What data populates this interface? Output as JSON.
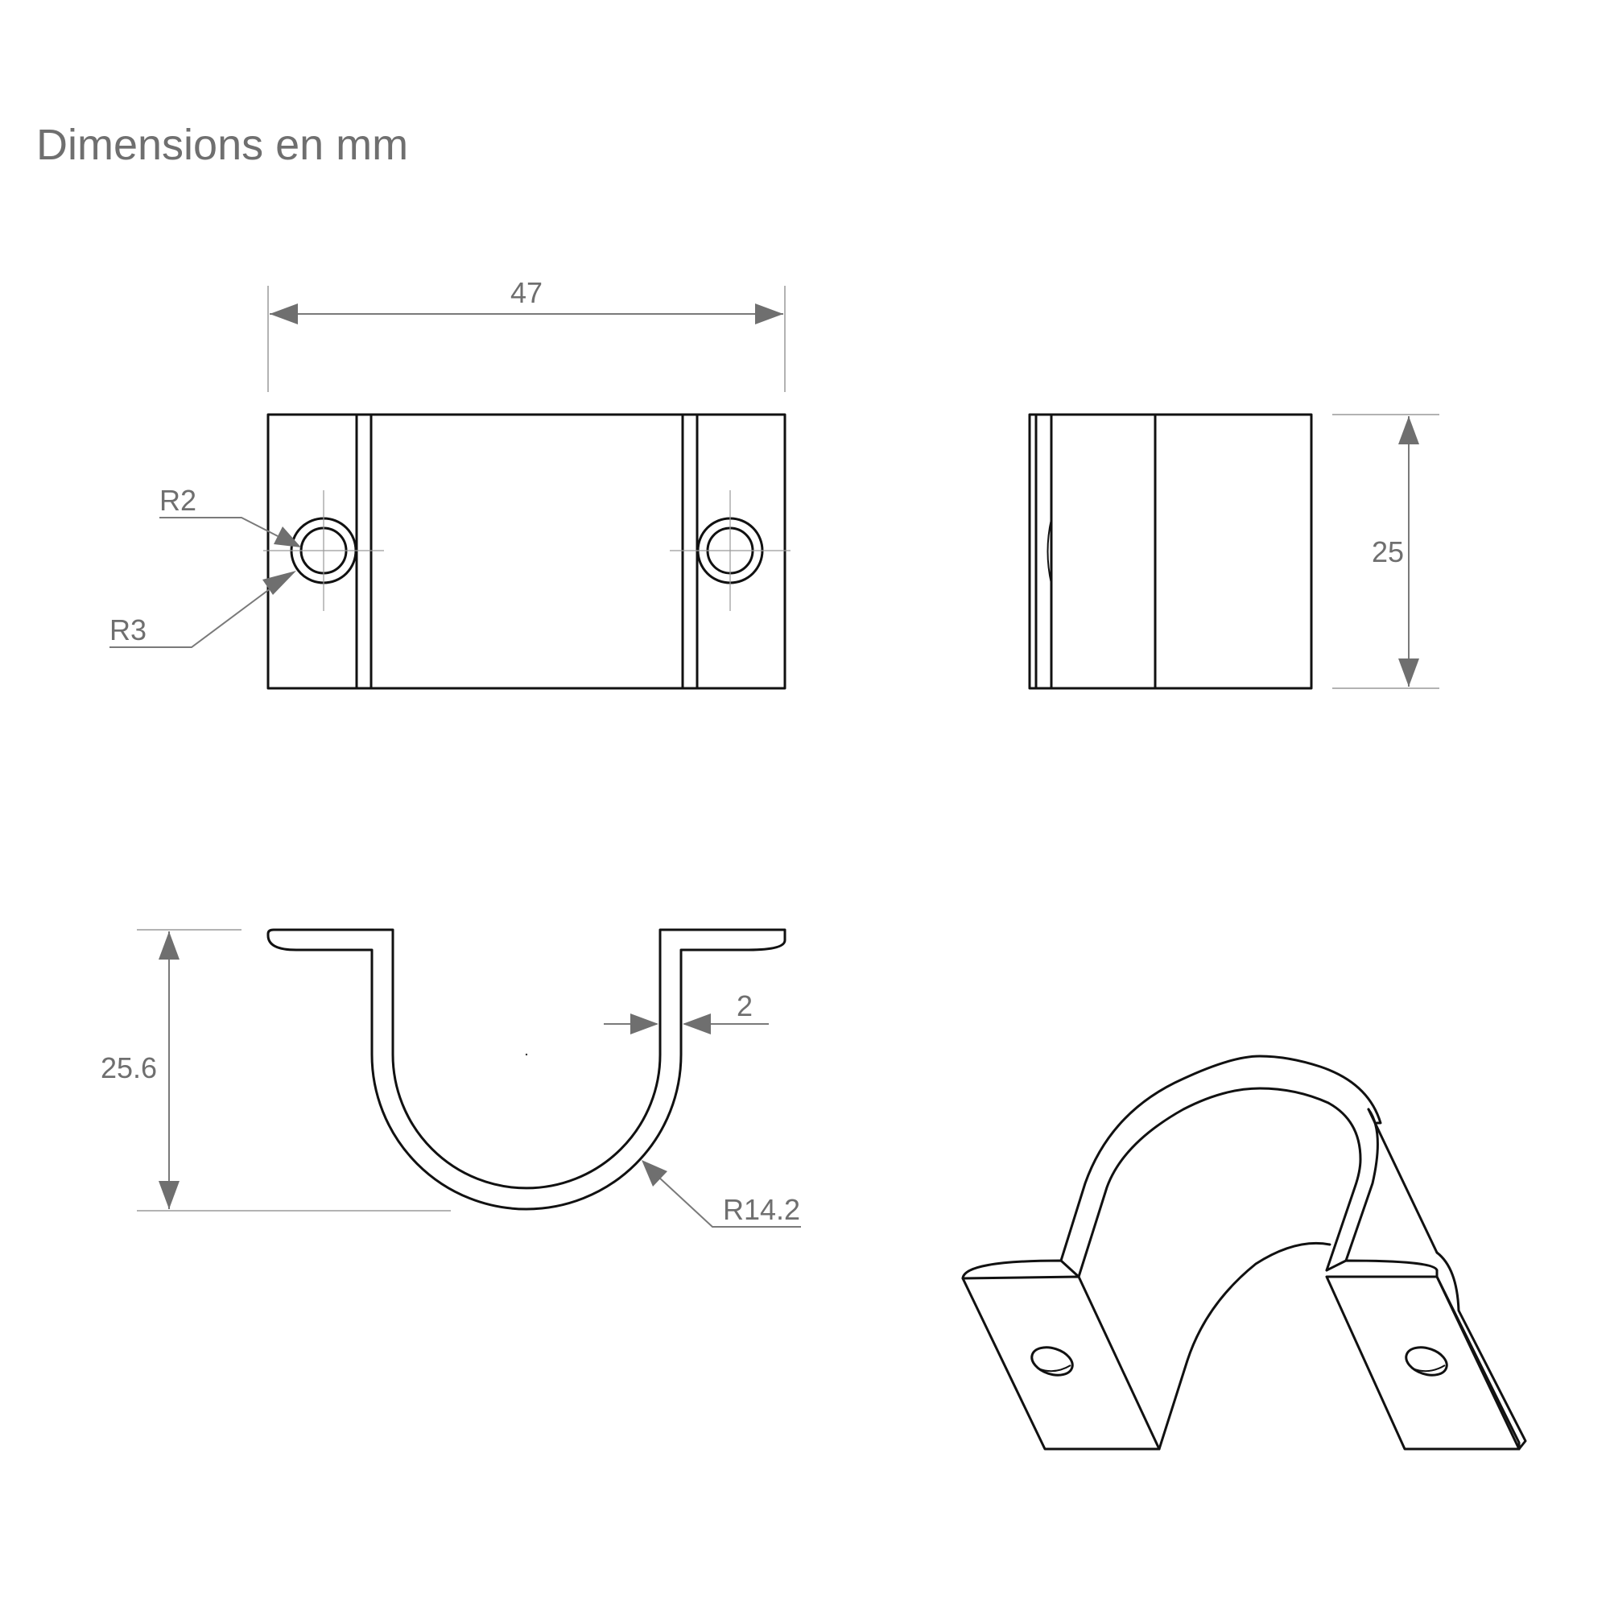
{
  "title": "Dimensions en mm",
  "dimensions": {
    "width": "47",
    "height": "25",
    "hole_inner_radius": "R2",
    "hole_outer_radius": "R3",
    "depth": "25.6",
    "thickness": "2",
    "bend_radius": "R14.2"
  },
  "views": [
    "top-view",
    "side-view",
    "front-section-view",
    "isometric-view"
  ],
  "colors": {
    "line": "#111111",
    "dimension": "#6f6f6f",
    "background": "#ffffff"
  }
}
